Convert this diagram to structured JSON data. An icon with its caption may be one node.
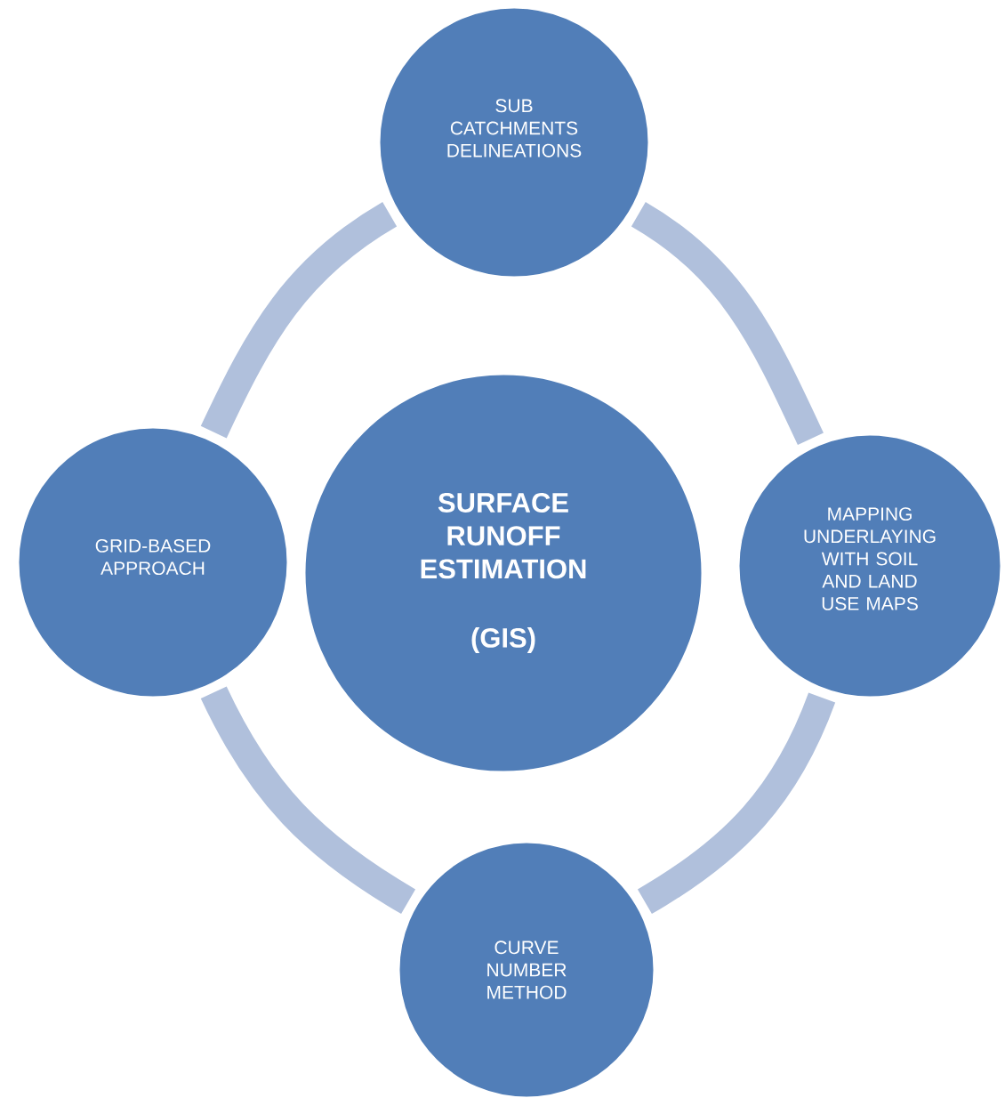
{
  "diagram": {
    "nodes": [
      {
        "text": [
          "SUB CATCHMENTS DELINEATIONS"
        ]
      },
      {
        "text": [
          "GRID-BASED APPROACH"
        ]
      },
      {
        "text": [
          "SURFACE RUNOFF ESTIMATION",
          "(GIS)"
        ]
      },
      {
        "text": [
          "MAPPING UNDERLAYING WITH SOIL AND LAND USE MAPS"
        ]
      },
      {
        "text": [
          "CURVE NUMBER METHOD"
        ]
      }
    ],
    "edges": [
      {
        "from": 0,
        "to": 3,
        "arrow": "none"
      },
      {
        "from": 3,
        "to": 4,
        "arrow": "none"
      },
      {
        "from": 4,
        "to": 1,
        "arrow": "none"
      },
      {
        "from": 1,
        "to": 0,
        "arrow": "none"
      }
    ]
  }
}
